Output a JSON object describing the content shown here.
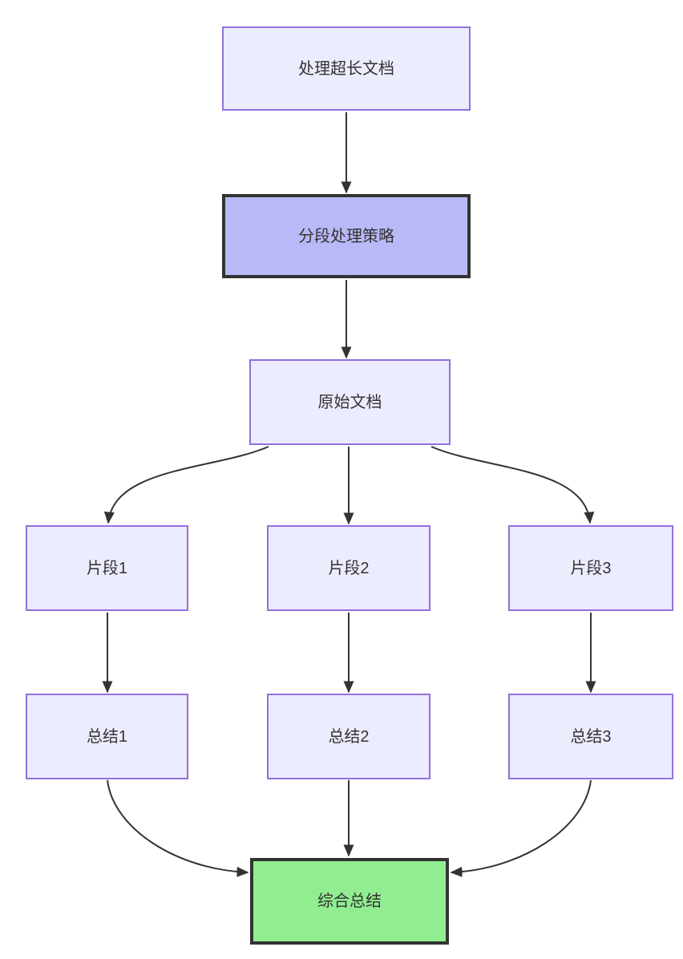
{
  "diagram": {
    "type": "flowchart",
    "direction": "top-down",
    "nodes": [
      {
        "id": "A",
        "label": "处理超长文档",
        "style": "default"
      },
      {
        "id": "B",
        "label": "分段处理策略",
        "style": "emphasis"
      },
      {
        "id": "C",
        "label": "原始文档",
        "style": "default"
      },
      {
        "id": "D1",
        "label": "片段1",
        "style": "default"
      },
      {
        "id": "D2",
        "label": "片段2",
        "style": "default"
      },
      {
        "id": "D3",
        "label": "片段3",
        "style": "default"
      },
      {
        "id": "E1",
        "label": "总结1",
        "style": "default"
      },
      {
        "id": "E2",
        "label": "总结2",
        "style": "default"
      },
      {
        "id": "E3",
        "label": "总结3",
        "style": "default"
      },
      {
        "id": "F",
        "label": "综合总结",
        "style": "summary"
      }
    ],
    "edges": [
      {
        "from": "A",
        "to": "B"
      },
      {
        "from": "B",
        "to": "C"
      },
      {
        "from": "C",
        "to": "D1"
      },
      {
        "from": "C",
        "to": "D2"
      },
      {
        "from": "C",
        "to": "D3"
      },
      {
        "from": "D1",
        "to": "E1"
      },
      {
        "from": "D2",
        "to": "E2"
      },
      {
        "from": "D3",
        "to": "E3"
      },
      {
        "from": "E1",
        "to": "F"
      },
      {
        "from": "E2",
        "to": "F"
      },
      {
        "from": "E3",
        "to": "F"
      }
    ],
    "colors": {
      "node_fill": "#ECECFF",
      "node_border": "#9370DB",
      "emphasis_fill": "#B9B9F8",
      "emphasis_border": "#333333",
      "summary_fill": "#90EE90",
      "summary_border": "#333333",
      "edge_color": "#333333",
      "text_color": "#333333",
      "background": "#FFFFFF"
    }
  }
}
